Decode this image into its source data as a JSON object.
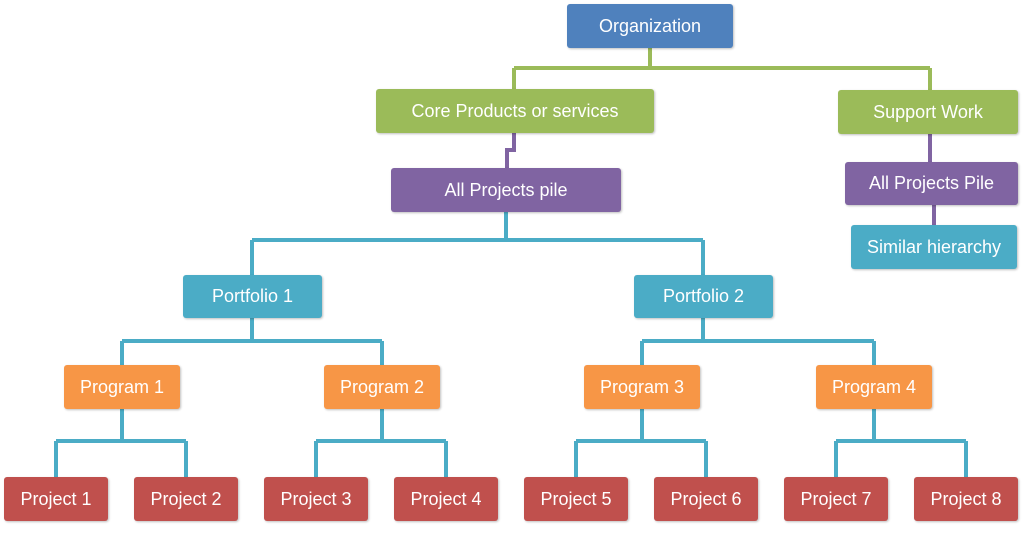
{
  "colors": {
    "organization": "#4f81bd",
    "level1": "#9bbb59",
    "pile": "#8064a2",
    "portfolio": "#4bacc6",
    "program": "#f79646",
    "project": "#c0504d"
  },
  "organization": "Organization",
  "core": "Core Products or services",
  "support": "Support Work",
  "core_pile": "All Projects pile",
  "support_pile": "All Projects Pile",
  "similar": "Similar hierarchy",
  "portfolios": [
    "Portfolio 1",
    "Portfolio 2"
  ],
  "programs": [
    "Program 1",
    "Program 2",
    "Program 3",
    "Program 4"
  ],
  "projects": [
    "Project 1",
    "Project 2",
    "Project 3",
    "Project 4",
    "Project 5",
    "Project 6",
    "Project 7",
    "Project 8"
  ]
}
